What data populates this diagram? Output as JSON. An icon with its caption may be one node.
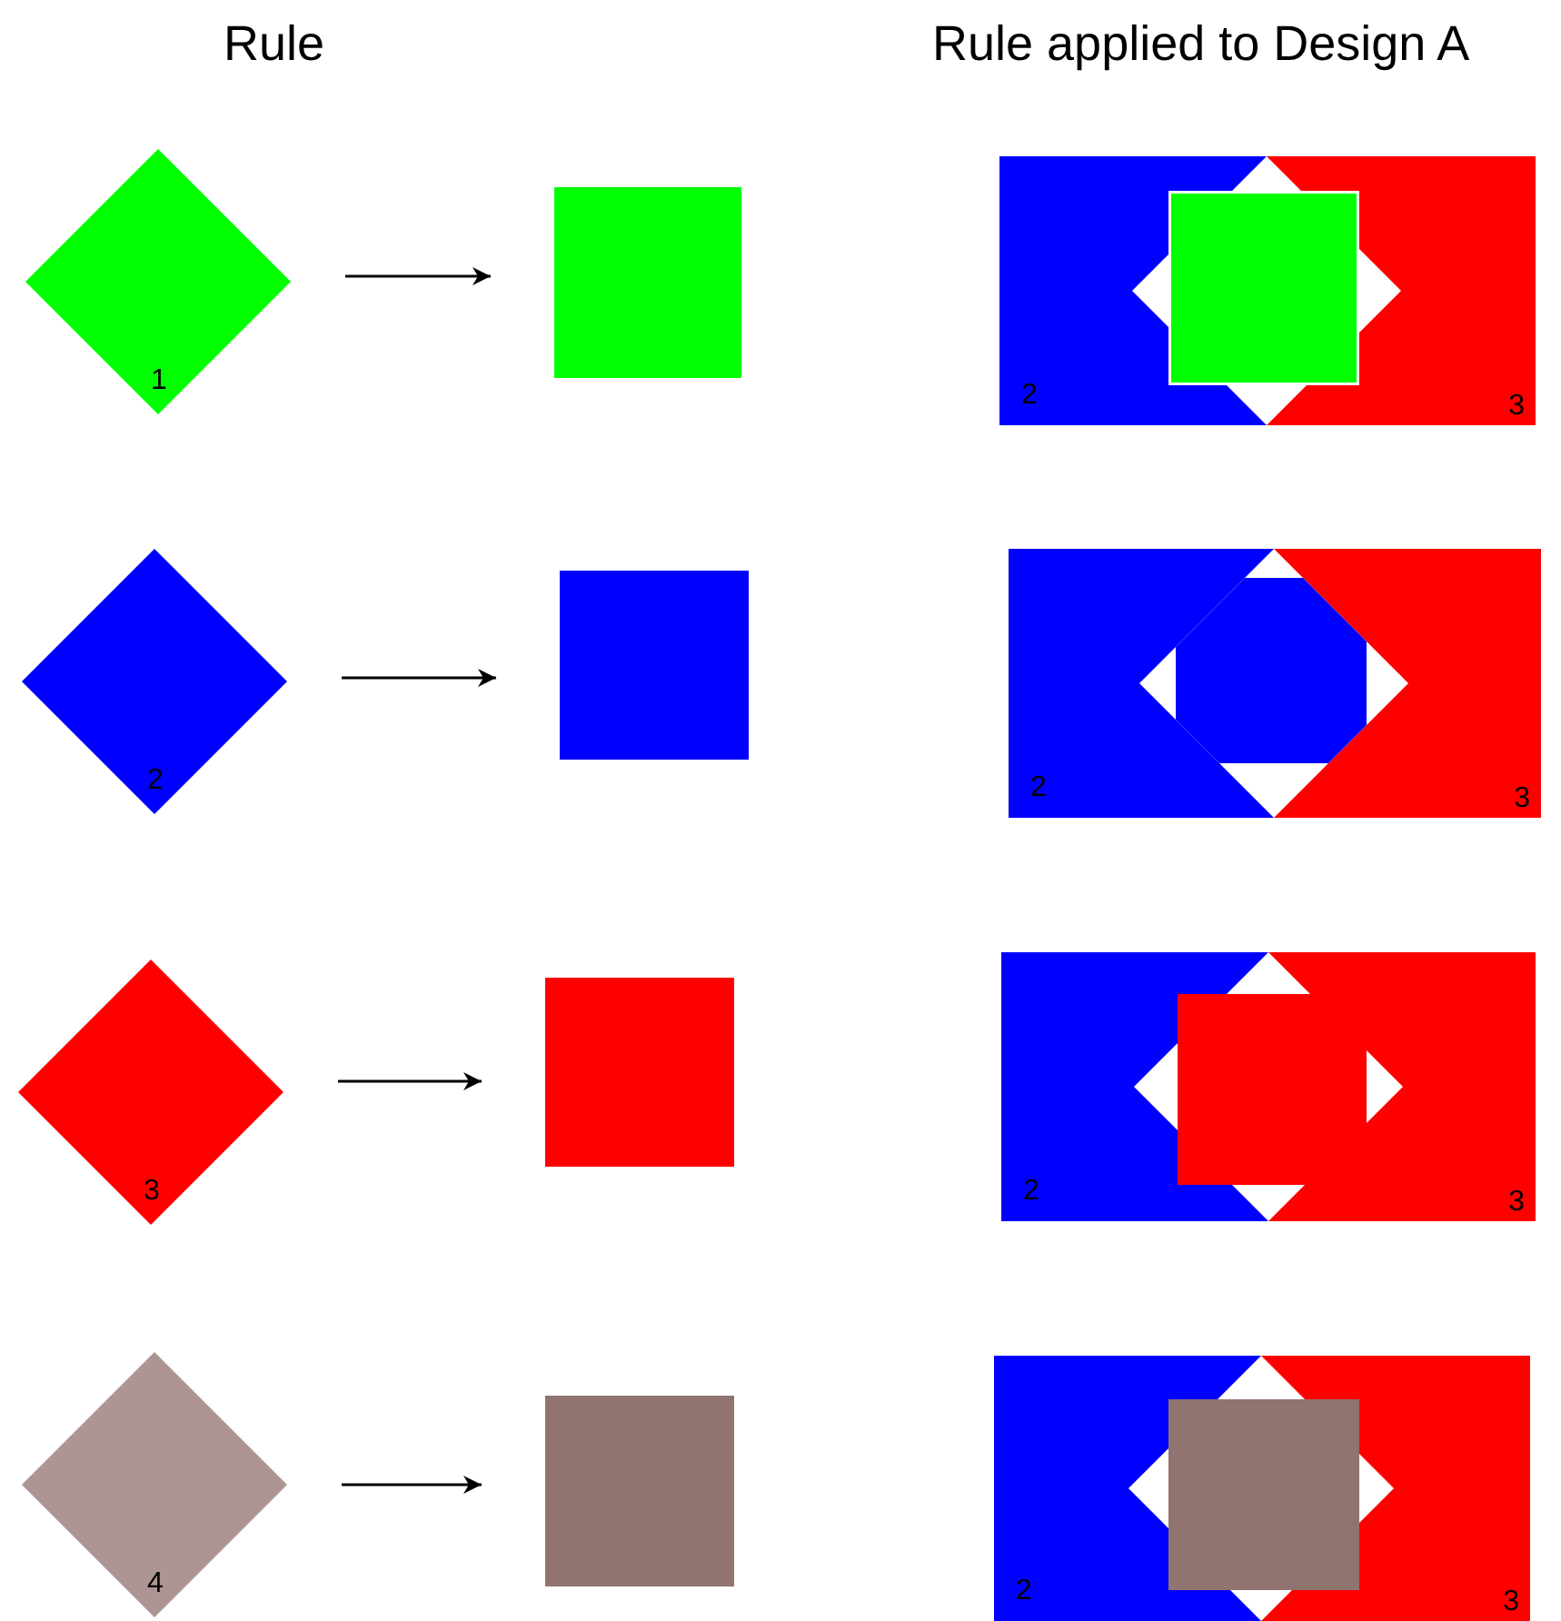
{
  "diagram": {
    "nodes": [
      {
        "text": [
          "1"
        ]
      },
      {
        "text": [],
        "shape": "box"
      },
      {
        "text": [
          "2"
        ]
      },
      {
        "text": [
          "3"
        ]
      },
      {
        "text": [],
        "shape": "box"
      },
      {
        "text": [
          "2"
        ]
      },
      {
        "text": [],
        "shape": "box"
      },
      {
        "text": [
          "2"
        ]
      },
      {
        "text": [
          "3"
        ]
      },
      {
        "text": [],
        "shape": "box"
      },
      {
        "text": [
          "3"
        ]
      },
      {
        "text": [],
        "shape": "box"
      },
      {
        "text": [
          "2"
        ]
      },
      {
        "text": [
          "3"
        ]
      },
      {
        "text": [],
        "shape": "box"
      },
      {
        "text": [
          "4"
        ]
      },
      {
        "text": [],
        "shape": "box"
      },
      {
        "text": [
          "2"
        ]
      },
      {
        "text": [
          "3"
        ]
      },
      {
        "text": [],
        "shape": "box"
      }
    ],
    "edges": [
      {
        "from": 0,
        "to": 1,
        "arrow": "to"
      },
      {
        "from": 5,
        "to": 6,
        "arrow": "to"
      },
      {
        "from": 10,
        "to": 11,
        "arrow": "to"
      },
      {
        "from": 15,
        "to": 16,
        "arrow": "to"
      }
    ],
    "labels": [
      "Rule",
      "Rule applied to Design A"
    ]
  }
}
